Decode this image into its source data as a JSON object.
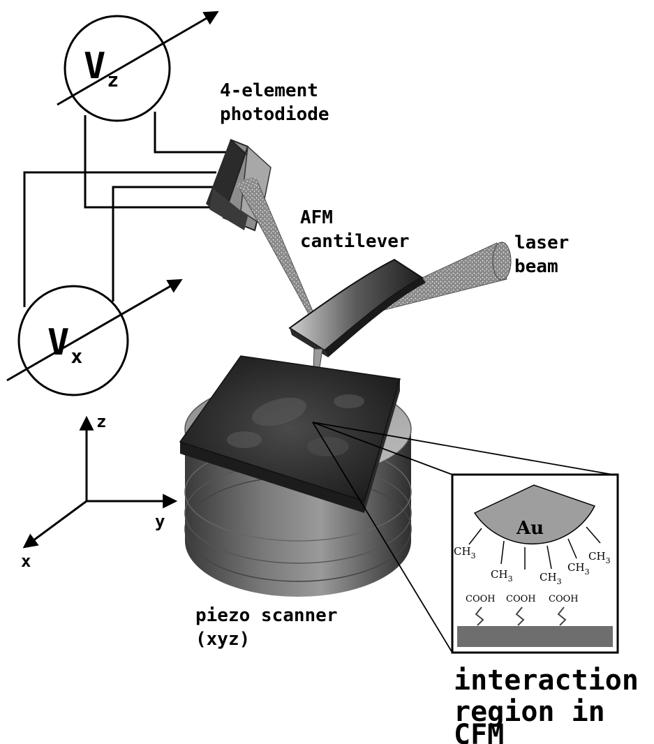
{
  "meters": {
    "vz": {
      "main": "V",
      "sub": "z"
    },
    "vx": {
      "main": "V",
      "sub": "x"
    }
  },
  "labels": {
    "photodiode_line1": "4-element",
    "photodiode_line2": "photodiode",
    "cantilever_line1": "AFM",
    "cantilever_line2": "cantilever",
    "laser_line1": "laser",
    "laser_line2": "beam",
    "scanner_line1": "piezo scanner",
    "scanner_line2": "(xyz)",
    "region_line1": "interaction",
    "region_line2": "region in",
    "region_line3": "CFM"
  },
  "axes": {
    "z": "z",
    "y": "y",
    "x": "x"
  },
  "inset": {
    "tip": "Au",
    "ch3_main": "CH",
    "ch3_sub": "3",
    "cooh": "COOH"
  }
}
